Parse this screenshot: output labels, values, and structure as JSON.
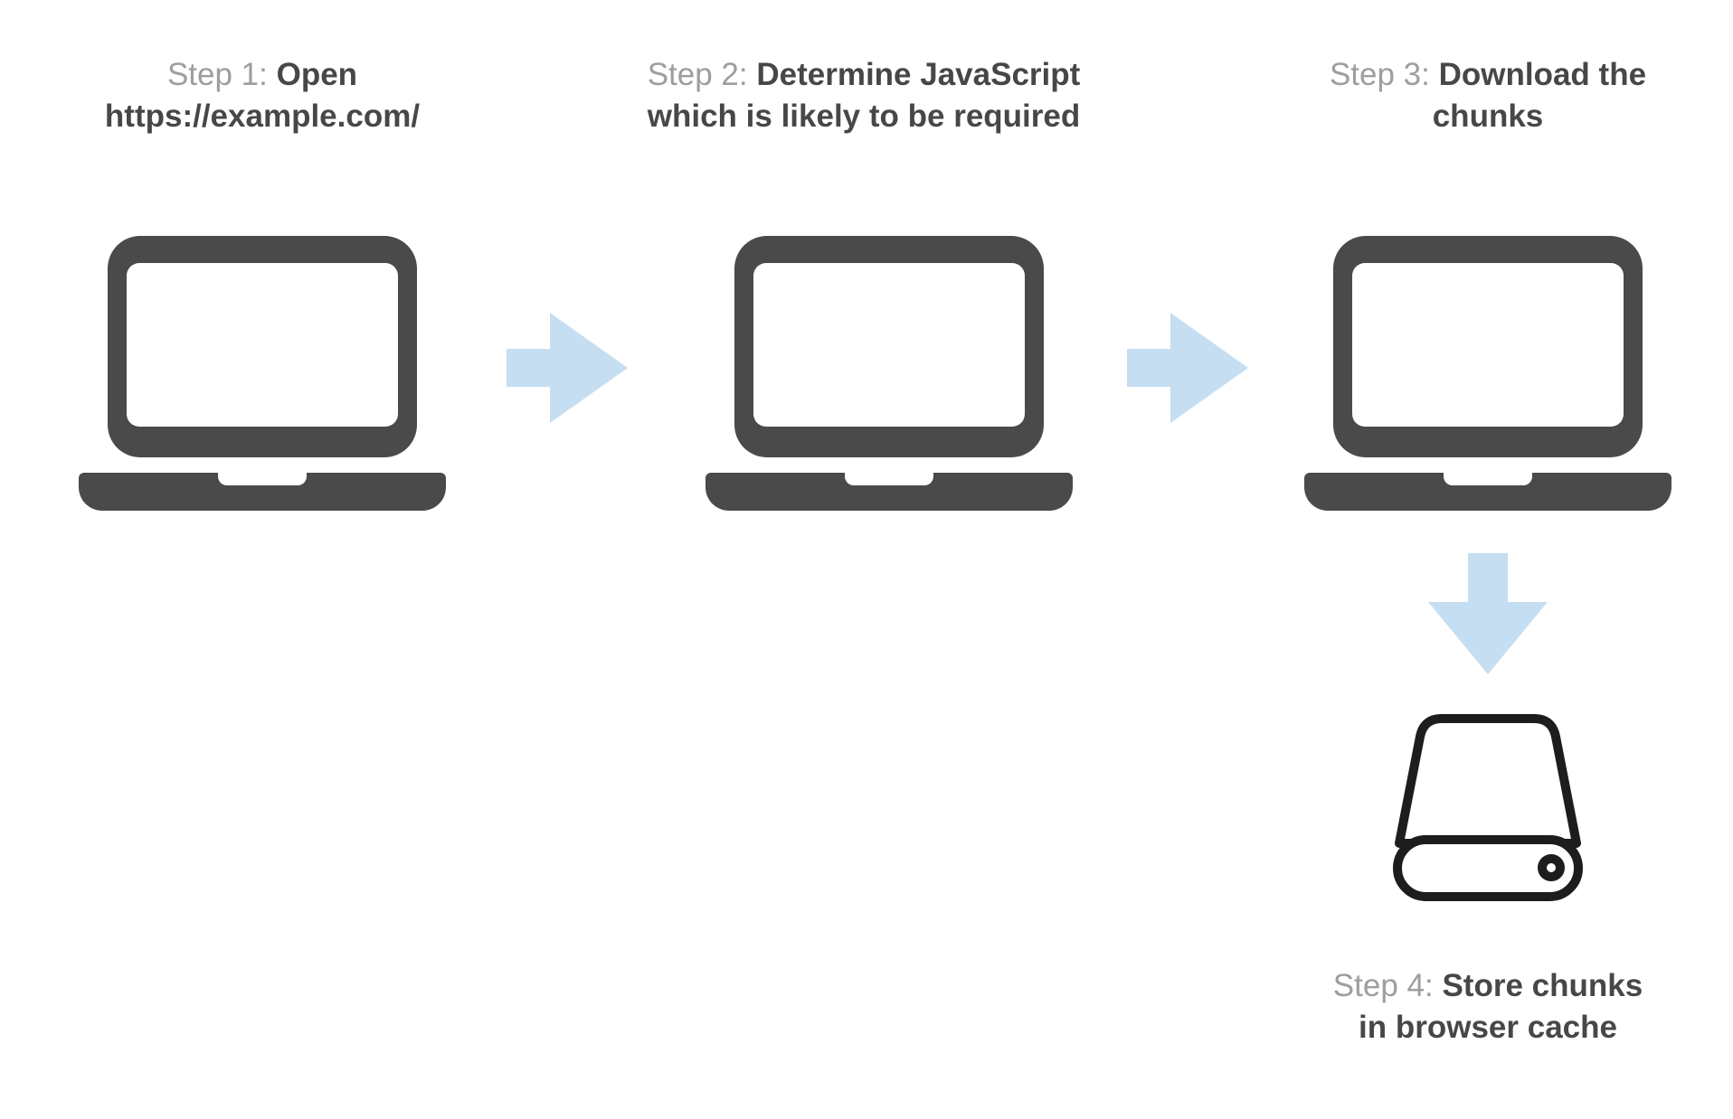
{
  "colors": {
    "background": "#ffffff",
    "icon-dark": "#4a4a4a",
    "arrow-blue": "#c6def1",
    "label-gray": "#9e9e9e",
    "text-dark": "#474747",
    "drive-stroke": "#1d1d1d"
  },
  "diagram": {
    "steps": [
      {
        "prefix": "Step 1:",
        "l1": "Open",
        "l2": "https://example.com/",
        "icon": "laptop-icon"
      },
      {
        "prefix": "Step 2:",
        "l1": "Determine JavaScript",
        "l2": "which is likely to be required",
        "icon": "laptop-icon"
      },
      {
        "prefix": "Step 3:",
        "l1": "Download the",
        "l2": "chunks",
        "icon": "laptop-icon"
      },
      {
        "prefix": "Step 4:",
        "l1": "Store chunks",
        "l2": "in browser cache",
        "icon": "hard-drive-icon"
      }
    ],
    "connectors": [
      {
        "from": "step-1",
        "to": "step-2",
        "direction": "right"
      },
      {
        "from": "step-2",
        "to": "step-3",
        "direction": "right"
      },
      {
        "from": "step-3",
        "to": "step-4",
        "direction": "down"
      }
    ]
  }
}
